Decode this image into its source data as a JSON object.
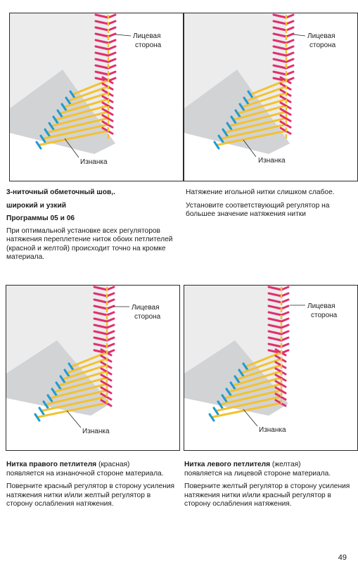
{
  "panels": [
    {
      "label_front": "Лицевая",
      "label_front2": "сторона",
      "label_back": "Изнанка"
    },
    {
      "label_front": "Лицевая",
      "label_front2": "сторона",
      "label_back": "Изнанка"
    },
    {
      "label_front": "Лицевая",
      "label_front2": "сторона",
      "label_back": "Изнанка"
    },
    {
      "label_front": "Лицевая",
      "label_front2": "сторона",
      "label_back": "Изнанка"
    }
  ],
  "block1": {
    "title1": "3-ниточный обметочный шов,.",
    "title2": "широкий и узкий",
    "title3": "Программы 05 и 06",
    "body": "При оптимальной установке всех регуляторов натяжения переплетение ниток обоих петлителей (красной и желтой) происходит точно на кромке материала."
  },
  "block2": {
    "p1": "Натяжение игольной нитки слишком слабое.",
    "p2": "Установите соответствующий регулятор на большее значение  натяжения нитки"
  },
  "block3": {
    "head_bold": "Нитка правого петлителя",
    "head_rest": " (красная)",
    "p1": "появляется на изнаночной стороне материала.",
    "p2": "Поверните красный регулятор в сторону усиления натяжения нитки и/или желтый регулятор в сторону ослабления натяжения."
  },
  "block4": {
    "head_bold": "Нитка левого петлителя",
    "head_rest": " (желтая)",
    "p1": "появляется на лицевой стороне материала.",
    "p2": "Поверните желтый регулятор в сторону усиления натяжения нитки и/или красный регулятор в сторону ослабления натяжения."
  },
  "page_number": "49",
  "colors": {
    "red": "#e0306e",
    "yellow": "#f2c230",
    "blue": "#1e9bd2",
    "fabric": "#d4d5d7"
  }
}
